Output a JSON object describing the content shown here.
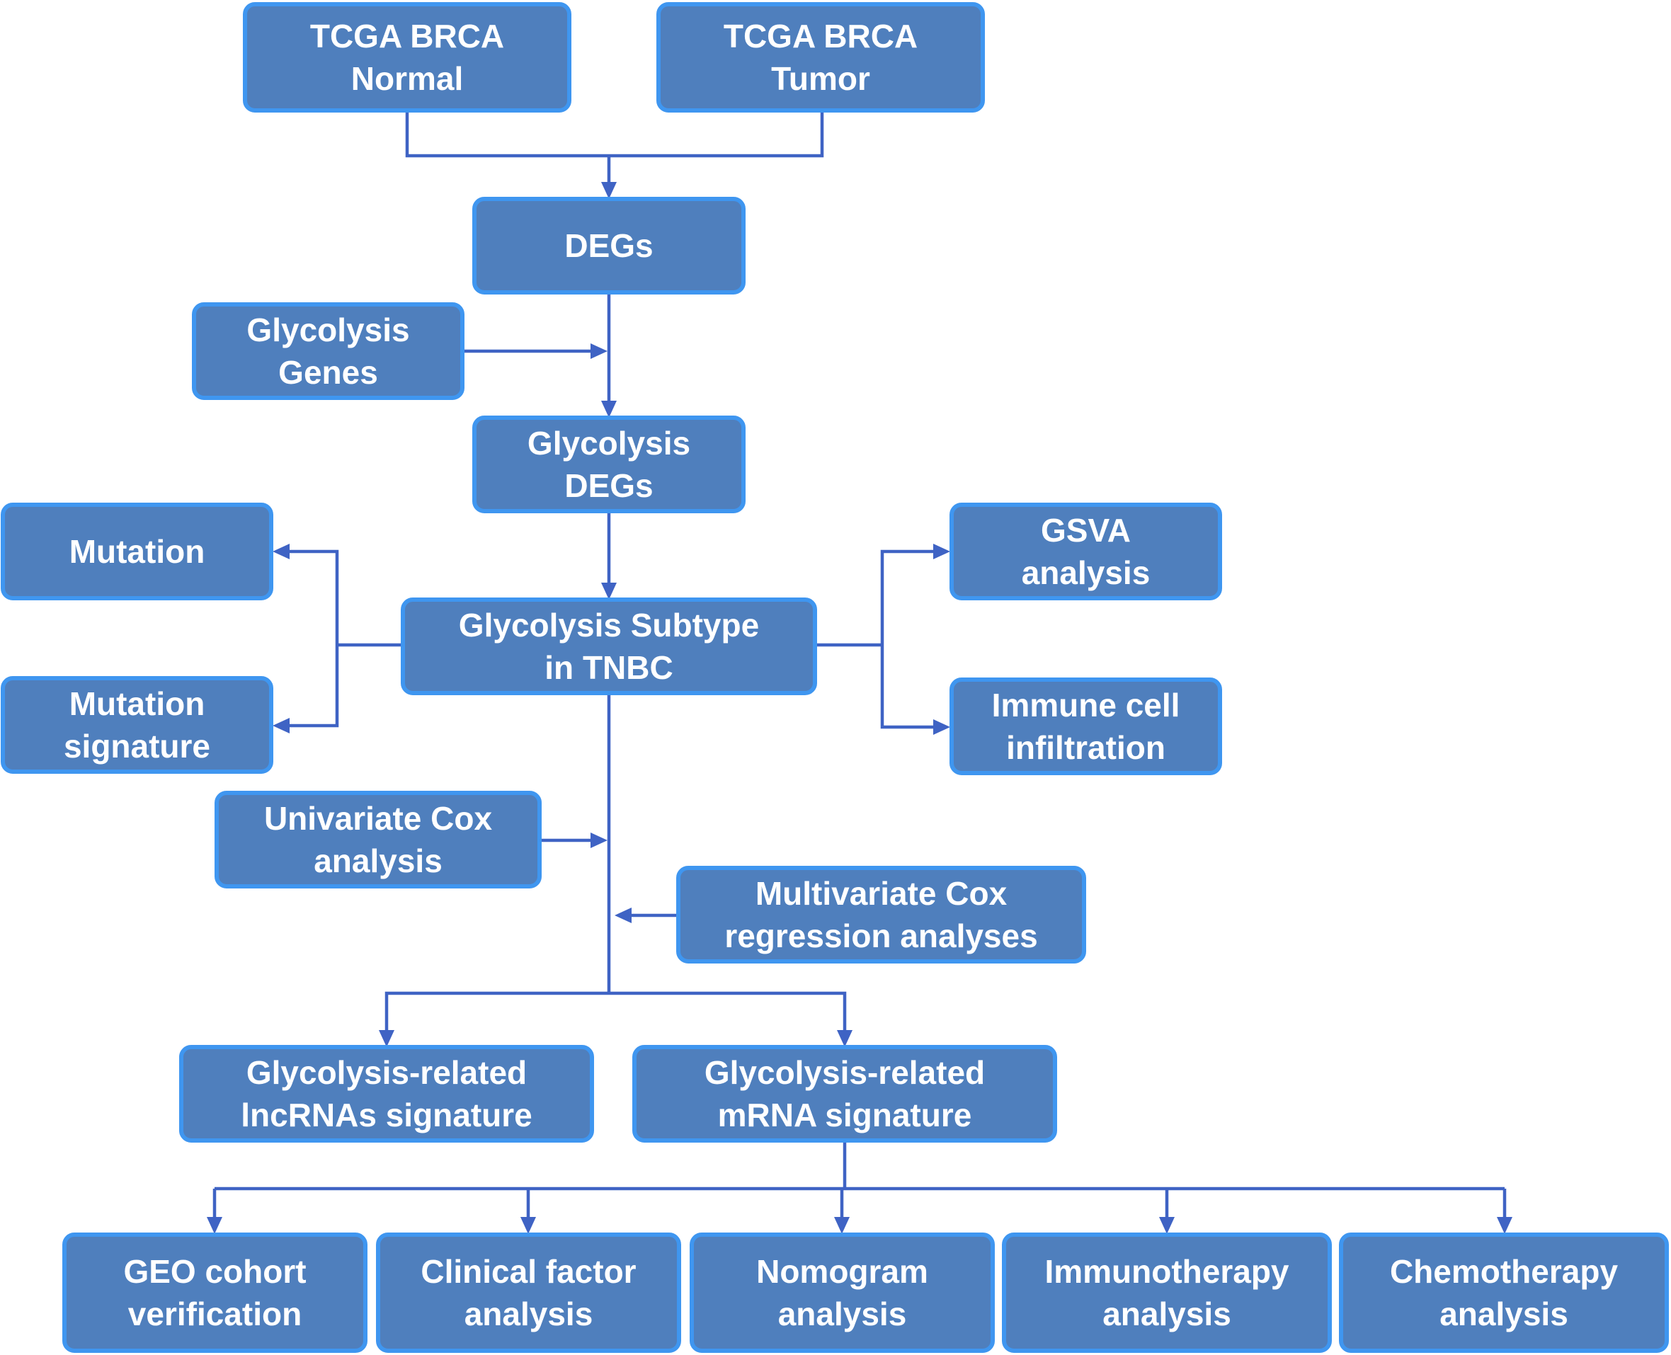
{
  "colors": {
    "node_fill": "#4f7fbd",
    "node_border": "#3f96f0",
    "connector": "#3f63c4",
    "text": "#ffffff"
  },
  "nodes": {
    "tcga_normal": {
      "lines": [
        "TCGA BRCA",
        "Normal"
      ]
    },
    "tcga_tumor": {
      "lines": [
        "TCGA BRCA",
        "Tumor"
      ]
    },
    "degs": {
      "lines": [
        "DEGs"
      ]
    },
    "glyco_genes": {
      "lines": [
        "Glycolysis",
        "Genes"
      ]
    },
    "glyco_degs": {
      "lines": [
        "Glycolysis",
        "DEGs"
      ]
    },
    "mutation": {
      "lines": [
        "Mutation"
      ]
    },
    "mutation_sig": {
      "lines": [
        "Mutation",
        "signature"
      ]
    },
    "subtype": {
      "lines": [
        "Glycolysis Subtype",
        "in TNBC"
      ]
    },
    "gsva": {
      "lines": [
        "GSVA",
        "analysis"
      ]
    },
    "immune": {
      "lines": [
        "Immune cell",
        "infiltration"
      ]
    },
    "univariate": {
      "lines": [
        "Univariate Cox",
        "analysis"
      ]
    },
    "multivariate": {
      "lines": [
        "Multivariate Cox",
        "regression analyses"
      ]
    },
    "lncrna_sig": {
      "lines": [
        "Glycolysis-related",
        "lncRNAs signature"
      ]
    },
    "mrna_sig": {
      "lines": [
        "Glycolysis-related",
        "mRNA signature"
      ]
    },
    "geo": {
      "lines": [
        "GEO cohort",
        "verification"
      ]
    },
    "clinical": {
      "lines": [
        "Clinical factor",
        "analysis"
      ]
    },
    "nomogram": {
      "lines": [
        "Nomogram",
        "analysis"
      ]
    },
    "immunotherapy": {
      "lines": [
        "Immunotherapy",
        "analysis"
      ]
    },
    "chemotherapy": {
      "lines": [
        "Chemotherapy",
        "analysis"
      ]
    }
  }
}
